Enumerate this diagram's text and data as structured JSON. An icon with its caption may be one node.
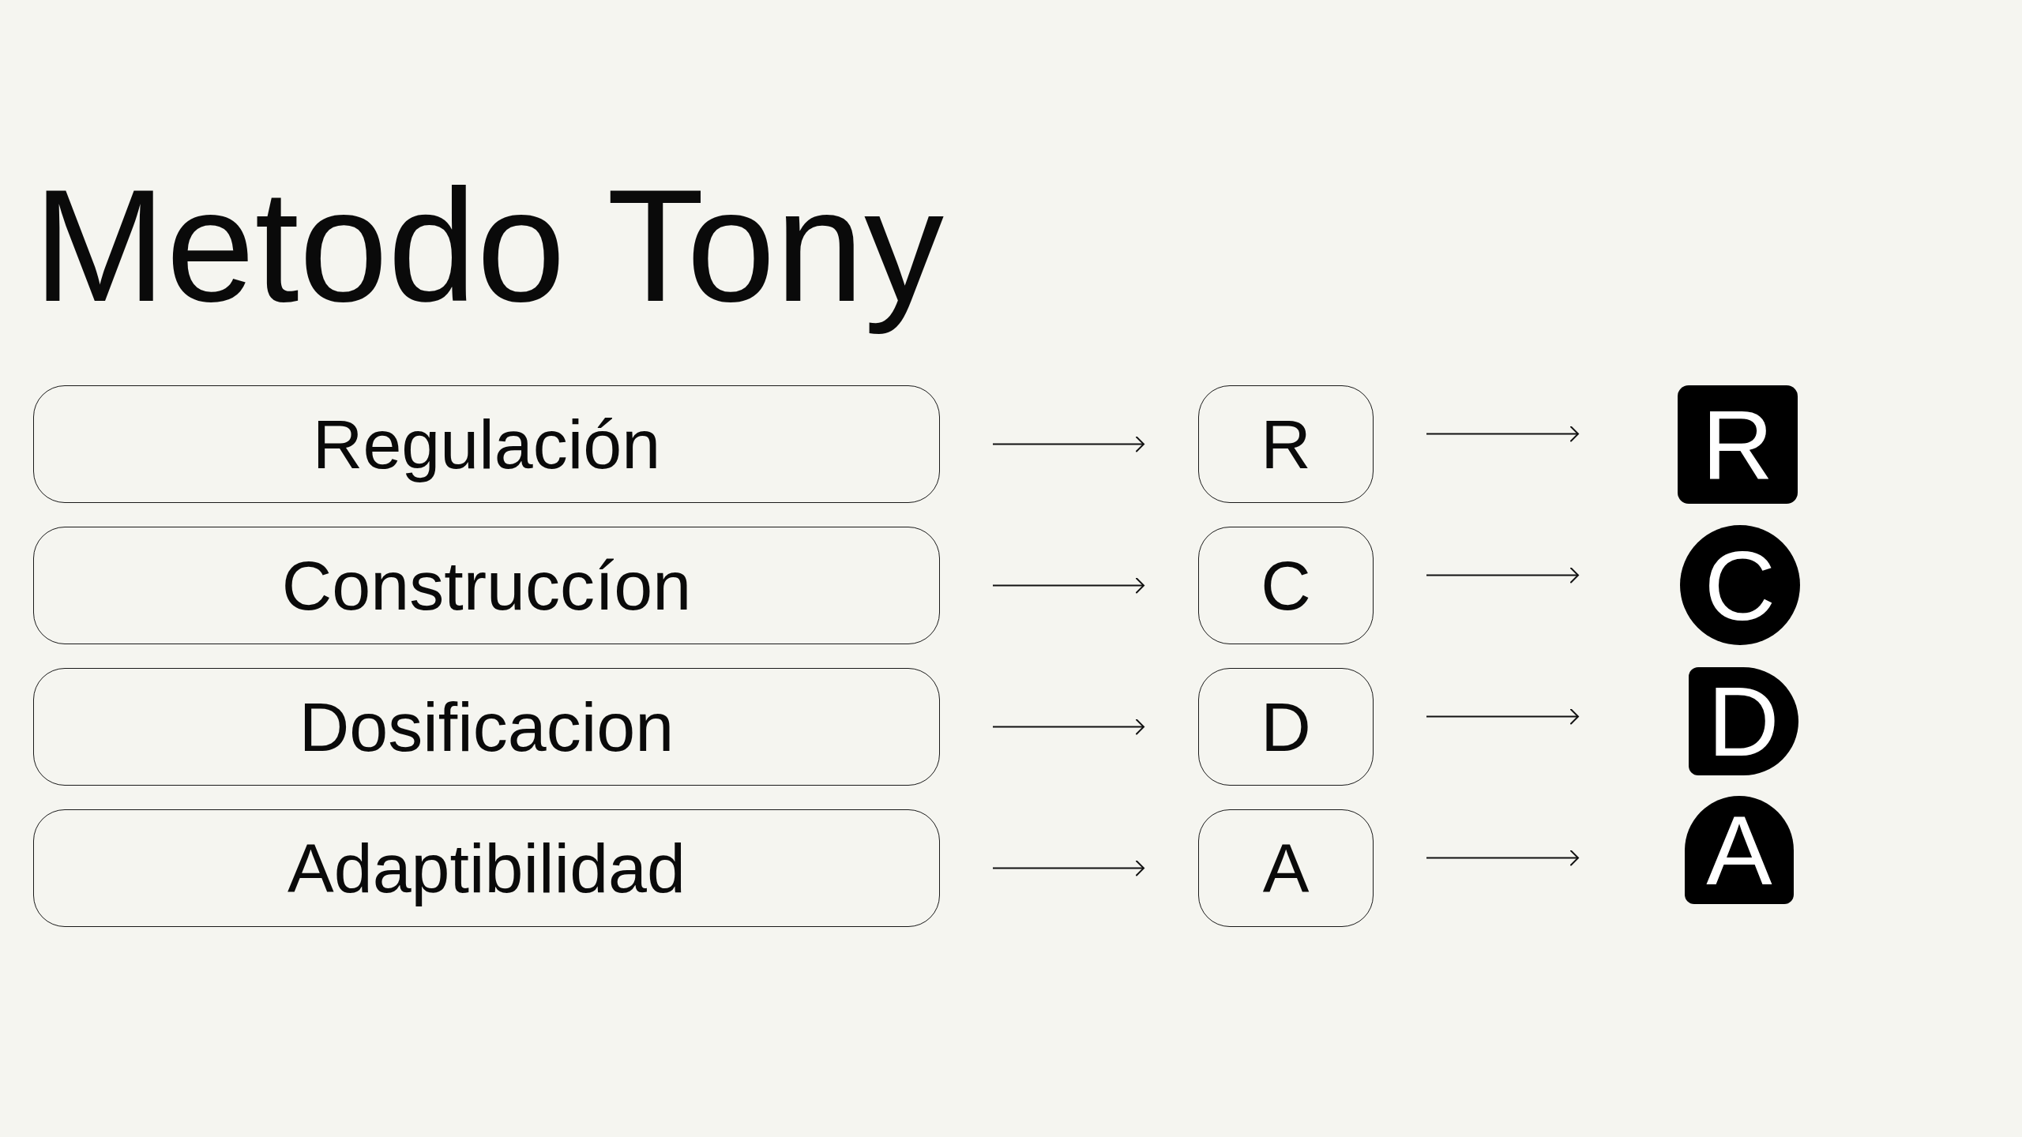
{
  "diagram": {
    "title": "Metodo Tony",
    "nodes": [
      {
        "text": [
          "Regulación"
        ]
      },
      {
        "text": [
          "R"
        ]
      },
      {
        "text": [
          "R"
        ]
      },
      {
        "text": [
          "Construccíon"
        ]
      },
      {
        "text": [
          "C"
        ]
      },
      {
        "text": [
          "C"
        ]
      },
      {
        "text": [
          "Dosificacion"
        ]
      },
      {
        "text": [
          "D"
        ]
      },
      {
        "text": [
          "D"
        ]
      },
      {
        "text": [
          "Adaptibilidad"
        ]
      },
      {
        "text": [
          "A"
        ]
      },
      {
        "text": [
          "A"
        ]
      }
    ],
    "edges": [
      {
        "from": 0,
        "to": 1,
        "arrow": "to"
      },
      {
        "from": 1,
        "to": 2,
        "arrow": "to"
      },
      {
        "from": 3,
        "to": 4,
        "arrow": "to"
      },
      {
        "from": 4,
        "to": 5,
        "arrow": "to"
      },
      {
        "from": 6,
        "to": 7,
        "arrow": "to"
      },
      {
        "from": 7,
        "to": 8,
        "arrow": "to"
      },
      {
        "from": 9,
        "to": 10,
        "arrow": "to"
      },
      {
        "from": 10,
        "to": 11,
        "arrow": "to"
      }
    ]
  }
}
